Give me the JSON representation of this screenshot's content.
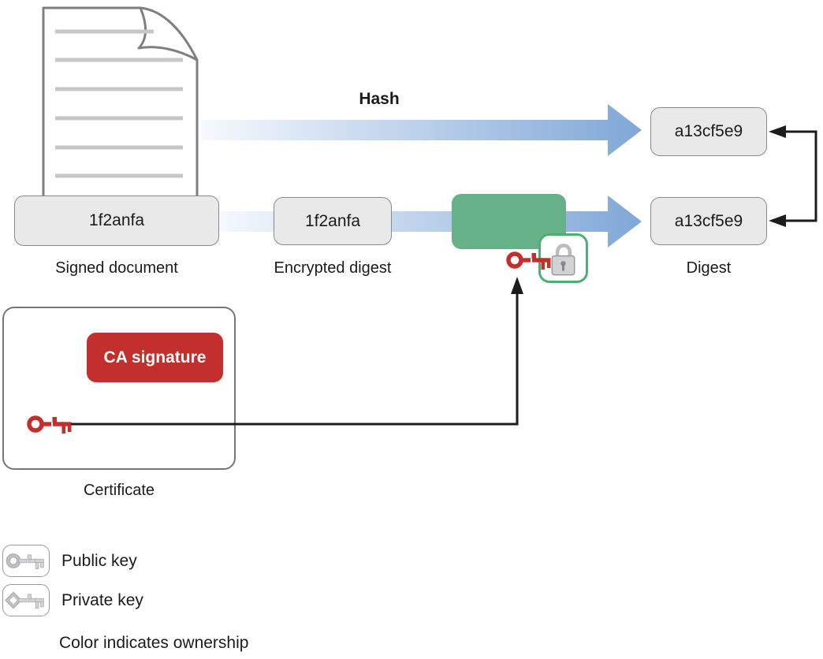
{
  "diagram": {
    "hash_label": "Hash",
    "signed_document": {
      "value": "1f2anfa",
      "caption": "Signed document"
    },
    "encrypted_digest": {
      "value": "1f2anfa",
      "caption": "Encrypted digest"
    },
    "digest_top": {
      "value": "a13cf5e9"
    },
    "digest_bottom": {
      "value": "a13cf5e9",
      "caption": "Digest"
    },
    "certificate": {
      "caption": "Certificate",
      "ca_signature_label": "CA signature"
    },
    "legend": {
      "public_key_label": "Public key",
      "private_key_label": "Private key",
      "note": "Color indicates ownership"
    },
    "icons": {
      "document": "document-icon",
      "lock": "lock-icon",
      "ca_public_key": "ca-public-key-icon",
      "verify_key": "verify-key-icon",
      "public_key": "public-key-icon",
      "private_key": "private-key-icon"
    }
  },
  "colors": {
    "arrow-blue": "#7fa7d7",
    "arrow-blue-light": "#f6f9fd",
    "green": "#67b189",
    "green-border": "#4fae74",
    "red": "#c22f2c",
    "gray-box-fill": "#e9e9ea",
    "gray-box-border": "#8a8a8a",
    "ink": "#1a1a1a",
    "line-black": "#1c1c1c",
    "doc-border": "#7f7f7f",
    "doc-line": "#c7c7c7"
  }
}
